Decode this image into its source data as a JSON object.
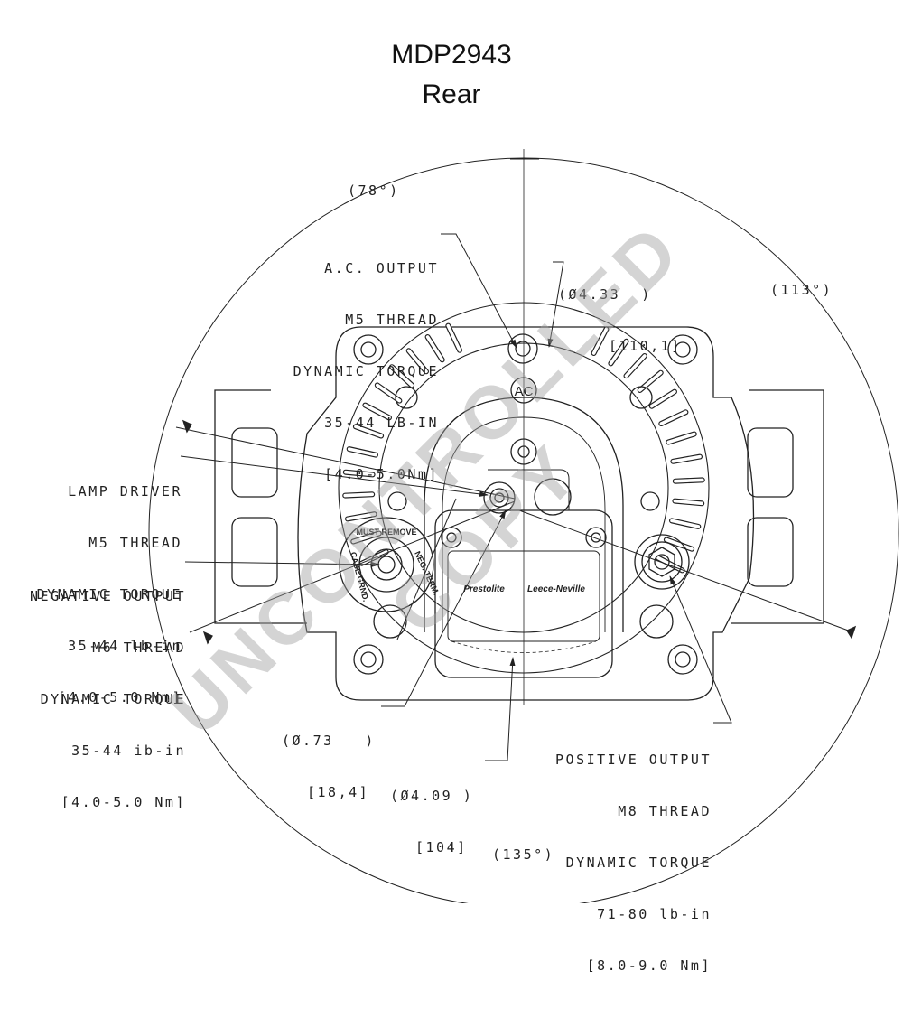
{
  "header": {
    "model": "MDP2943",
    "view": "Rear"
  },
  "watermark": "UNCONTROLLED COPY",
  "angles": {
    "top_left": "(78°)",
    "right": "(113°)",
    "bottom": "(135°)"
  },
  "callouts": {
    "ac_output": [
      "A.C. OUTPUT",
      "M5 THREAD",
      "DYNAMIC TORQUE",
      "35-44 LB-IN",
      "[4.0-5.0Nm]"
    ],
    "lamp_driver": [
      "LAMP DRIVER",
      "M5 THREAD",
      "DYNAMIC TORQUE",
      "35-44 lb-in",
      "[4.0-5.0 Nm]"
    ],
    "negative_output": [
      "NEGATIVE OUTPUT",
      "M6 THREAD",
      "DYNAMIC TORQUE",
      "35-44 ib-in",
      "[4.0-5.0 Nm]"
    ],
    "positive_output": [
      "POSITIVE OUTPUT",
      "M8 THREAD",
      "DYNAMIC TORQUE",
      "71-80 lb-in",
      "[8.0-9.0 Nm]"
    ]
  },
  "dimensions": {
    "bolt_circle": [
      "(Ø4.33  )",
      "[110,1]"
    ],
    "hole": [
      "(Ø.73   )",
      "[18,4]"
    ],
    "pilot": [
      "(Ø4.09 )",
      "[104]"
    ]
  },
  "terminal_labels": {
    "ac": "AC",
    "must_remove": "MUST REMOVE",
    "neg_term": "NEG. TERM.",
    "case_grnd": "CASE GRND."
  },
  "brands": {
    "left": "Prestolite",
    "right": "Leece-Neville"
  }
}
